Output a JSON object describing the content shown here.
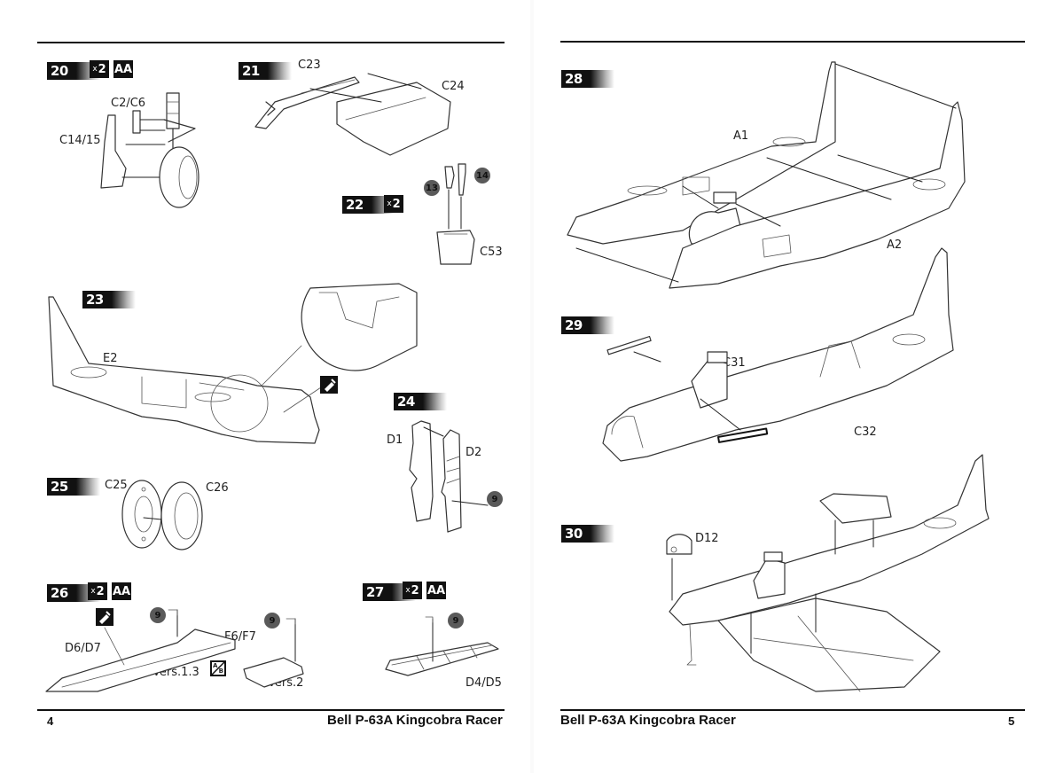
{
  "document": {
    "title": "Bell P-63A Kingcobra Racer",
    "type": "Assembly instructions spread"
  },
  "left_page": {
    "page_number": "4",
    "footer_title": "Bell P-63A Kingcobra Racer",
    "steps": [
      {
        "number": "20",
        "quantity": "2",
        "quantity_prefix": "x",
        "symmetry_icon": "AA",
        "parts": [
          "C2/C6",
          "C14/15"
        ]
      },
      {
        "number": "21",
        "parts": [
          "C23",
          "C24"
        ]
      },
      {
        "number": "22",
        "quantity": "2",
        "quantity_prefix": "x",
        "parts": [
          "C53"
        ],
        "color_callouts": [
          "13",
          "14"
        ]
      },
      {
        "number": "23",
        "parts": [
          "E2"
        ],
        "icons": [
          "paint-brush"
        ]
      },
      {
        "number": "24",
        "parts": [
          "D1",
          "D2"
        ],
        "color_callouts": [
          "9"
        ]
      },
      {
        "number": "25",
        "parts": [
          "C25",
          "C26"
        ]
      },
      {
        "number": "26",
        "quantity": "2",
        "quantity_prefix": "x",
        "symmetry_icon": "AA",
        "parts": [
          "D6/D7",
          "F6/F7"
        ],
        "color_callouts": [
          "9",
          "9"
        ],
        "versions": [
          "Vers.1.3",
          "Vers.2"
        ],
        "version_icon": {
          "a": "A",
          "b": "B"
        },
        "icons": [
          "paint-brush"
        ]
      },
      {
        "number": "27",
        "quantity": "2",
        "quantity_prefix": "x",
        "symmetry_icon": "AA",
        "parts": [
          "D4/D5"
        ],
        "color_callouts": [
          "9"
        ]
      }
    ]
  },
  "right_page": {
    "page_number": "5",
    "footer_title": "Bell P-63A Kingcobra Racer",
    "steps": [
      {
        "number": "28",
        "parts": [
          "A1",
          "A2"
        ]
      },
      {
        "number": "29",
        "parts": [
          "C31",
          "C32"
        ]
      },
      {
        "number": "30",
        "parts": [
          "D12"
        ]
      }
    ]
  }
}
